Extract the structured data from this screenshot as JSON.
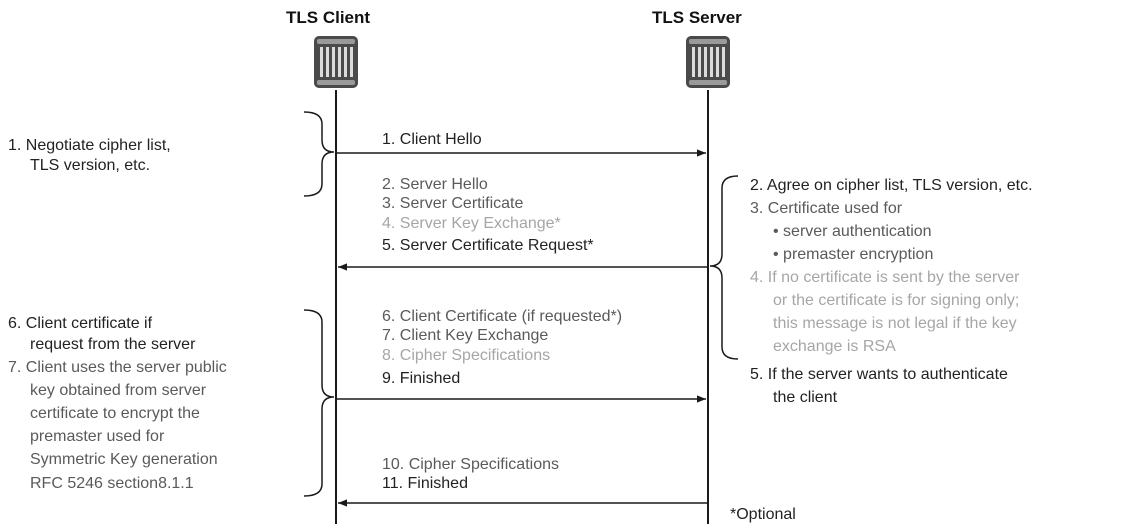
{
  "colors": {
    "dark": "#222222",
    "gray": "#5a5a5a",
    "light_gray": "#a6a6a6",
    "line": "#1a1a1a"
  },
  "icons": {
    "client": "server-rack-icon",
    "server": "server-rack-icon"
  },
  "client": {
    "title": "TLS Client"
  },
  "server": {
    "title": "TLS Server"
  },
  "messages": [
    {
      "id": "m1",
      "text": "1. Client Hello",
      "tone": "dark"
    },
    {
      "id": "m2",
      "text": "2. Server Hello",
      "tone": "gray"
    },
    {
      "id": "m3",
      "text": "3. Server Certificate",
      "tone": "gray"
    },
    {
      "id": "m4",
      "text": "4. Server Key Exchange*",
      "tone": "light_gray"
    },
    {
      "id": "m5",
      "text": "5. Server Certificate Request*",
      "tone": "dark"
    },
    {
      "id": "m6",
      "text": "6. Client Certificate (if requested*)",
      "tone": "gray"
    },
    {
      "id": "m7",
      "text": "7. Client Key Exchange",
      "tone": "gray"
    },
    {
      "id": "m8",
      "text": "8. Cipher Specifications",
      "tone": "light_gray"
    },
    {
      "id": "m9",
      "text": "9. Finished",
      "tone": "dark"
    },
    {
      "id": "m10",
      "text": "10. Cipher Specifications",
      "tone": "gray"
    },
    {
      "id": "m11",
      "text": "11. Finished",
      "tone": "dark"
    }
  ],
  "client_notes": {
    "negotiate": [
      "1. Negotiate cipher list,",
      "TLS version, etc."
    ],
    "cert": [
      "6. Client certificate if",
      "request from the server"
    ],
    "key": [
      "7. Client uses the server public",
      "key obtained from server",
      "certificate to encrypt the",
      "premaster used for",
      "Symmetric Key generation",
      "RFC 5246 section8.1.1"
    ]
  },
  "server_notes": {
    "agree": "2. Agree on cipher list, TLS version, etc.",
    "cert_used": [
      "3. Certificate used for",
      "• server authentication",
      "• premaster encryption"
    ],
    "no_cert": [
      "4. If no certificate is sent by the server",
      "or the certificate is for signing only;",
      "this message is not legal if the key",
      "exchange is RSA"
    ],
    "authenticate": [
      "5. If the server wants to authenticate",
      "the client"
    ]
  },
  "footnote": "*Optional"
}
